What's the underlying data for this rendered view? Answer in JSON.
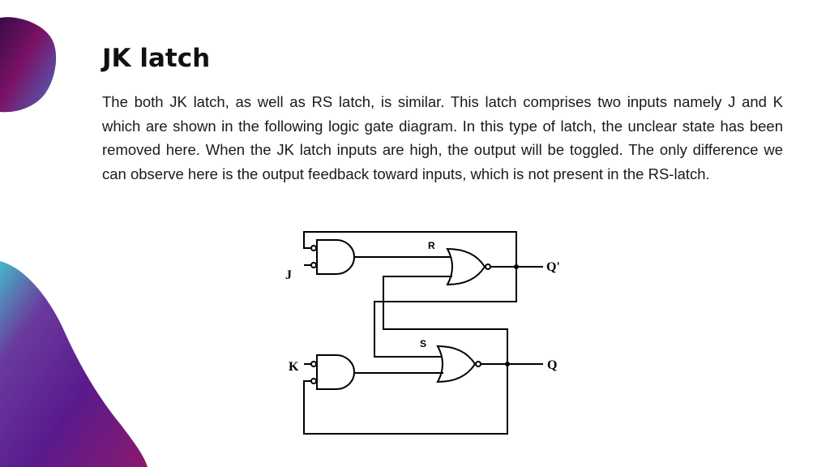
{
  "slide": {
    "title": "JK latch",
    "paragraph": "The both JK latch, as well as RS latch, is similar. This latch comprises two inputs namely J and K which are shown in the following logic gate diagram. In this type of latch, the unclear state has been removed here. When the JK latch inputs are high, the output will be toggled. The only difference we can observe here is the output feedback toward inputs, which is not present in the RS-latch."
  },
  "diagram": {
    "labels": {
      "j": "J",
      "k": "K",
      "r": "R",
      "s": "S",
      "q_bar": "Q'",
      "q": "Q"
    }
  },
  "colors": {
    "blob_teal": "#3fb6c4",
    "blob_purple": "#5a1a8c",
    "blob_magenta": "#8a1a6e"
  }
}
